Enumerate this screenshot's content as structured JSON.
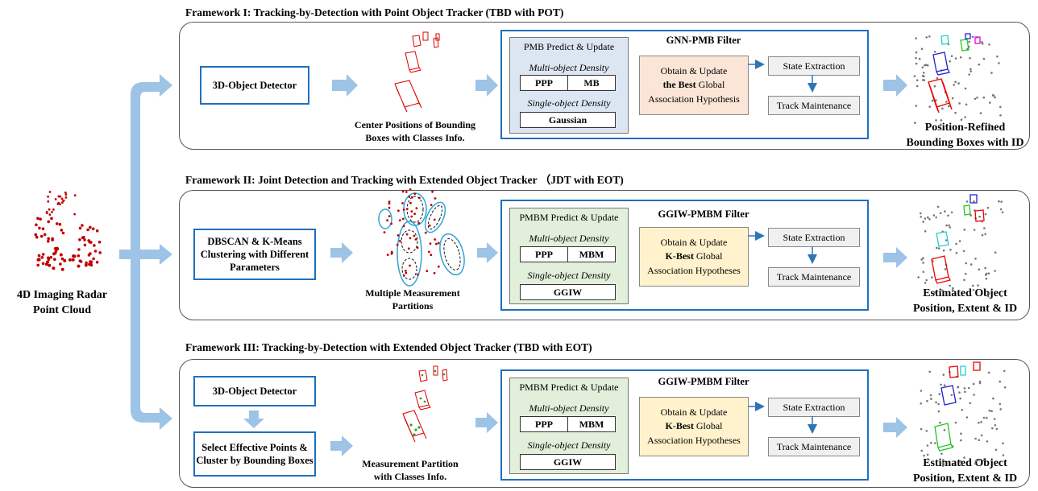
{
  "input": {
    "label_line1": "4D Imaging Radar",
    "label_line2": "Point Cloud"
  },
  "frameworks": [
    {
      "title": "Framework I: Tracking-by-Detection with Point Object Tracker (TBD with POT)",
      "stage1": "3D-Object Detector",
      "mid_caption_line1": "Center Positions of Bounding",
      "mid_caption_line2": "Boxes with Classes Info.",
      "filter_title": "GNN-PMB Filter",
      "predict": "PMB Predict & Update",
      "multi": "Multi-object Density",
      "cell_a": "PPP",
      "cell_b": "MB",
      "single": "Single-object Density",
      "single_cell": "Gaussian",
      "assoc_line1": "Obtain & Update",
      "assoc_bold": "the Best",
      "assoc_rest": " Global",
      "assoc_line3": "Association Hypothesis",
      "state": "State Extraction",
      "track": "Track Maintenance",
      "output_line1": "Position-Refined",
      "output_line2": "Bounding Boxes with ID"
    },
    {
      "title": "Framework II: Joint Detection and Tracking with Extended Object Tracker （JDT with EOT)",
      "stage1_line1": "DBSCAN & K-Means",
      "stage1_line2": "Clustering with Different",
      "stage1_line3": "Parameters",
      "mid_caption_line1": "Multiple Measurement",
      "mid_caption_line2": "Partitions",
      "filter_title": "GGIW-PMBM Filter",
      "predict": "PMBM Predict & Update",
      "multi": "Multi-object Density",
      "cell_a": "PPP",
      "cell_b": "MBM",
      "single": "Single-object Density",
      "single_cell": "GGIW",
      "assoc_line1": "Obtain & Update",
      "assoc_bold": "K-Best",
      "assoc_rest": " Global",
      "assoc_line3": "Association Hypotheses",
      "state": "State Extraction",
      "track": "Track Maintenance",
      "output_line1": "Estimated Object",
      "output_line2": "Position, Extent & ID"
    },
    {
      "title": "Framework III: Tracking-by-Detection with Extended Object Tracker (TBD with EOT)",
      "stage1": "3D-Object Detector",
      "stage2_line1": "Select Effective Points &",
      "stage2_line2": "Cluster by Bounding Boxes",
      "mid_caption_line1": "Measurement Partition",
      "mid_caption_line2": "with Classes Info.",
      "filter_title": "GGIW-PMBM Filter",
      "predict": "PMBM Predict & Update",
      "multi": "Multi-object Density",
      "cell_a": "PPP",
      "cell_b": "MBM",
      "single": "Single-object Density",
      "single_cell": "GGIW",
      "assoc_line1": "Obtain & Update",
      "assoc_bold": "K-Best",
      "assoc_rest": " Global",
      "assoc_line3": "Association Hypotheses",
      "state": "State Extraction",
      "track": "Track Maintenance",
      "output_line1": "Estimated Object",
      "output_line2": "Position, Extent & ID"
    }
  ],
  "colors": {
    "accent_blue": "#1f6fbf",
    "arrow_blue": "#9dc3e6",
    "pmb_fill": "#dce6f2",
    "pmbm_fill": "#e2efda",
    "assoc_fill_1": "#fbe5d6",
    "assoc_fill_2": "#fff2cc",
    "point_red": "#c00000"
  }
}
